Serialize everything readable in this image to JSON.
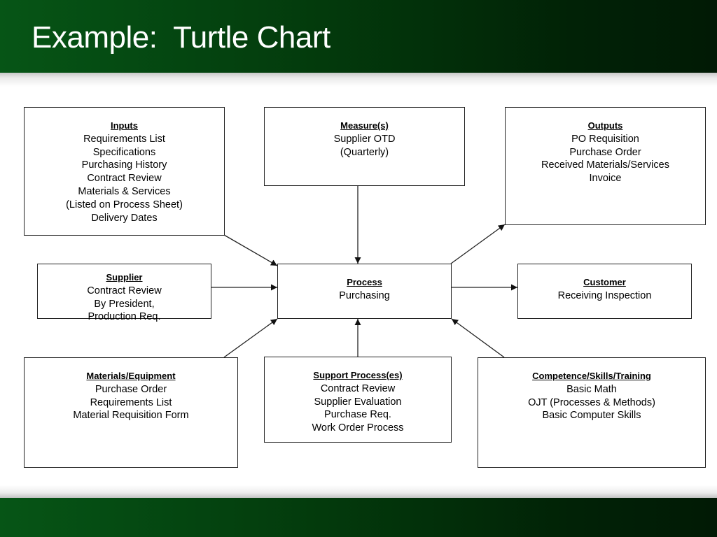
{
  "slide": {
    "title": "Example:  Turtle Chart",
    "colors": {
      "header_green": "#065516",
      "header_dark": "#011a05",
      "line": "#222222"
    }
  },
  "boxes": {
    "inputs": {
      "heading": "Inputs",
      "items": [
        "Requirements List",
        "Specifications",
        "Purchasing History",
        "Contract Review",
        "Materials & Services",
        "(Listed on Process Sheet)",
        "Delivery Dates"
      ]
    },
    "measures": {
      "heading": "Measure(s)",
      "items": [
        "Supplier OTD",
        "(Quarterly)"
      ]
    },
    "outputs": {
      "heading": "Outputs",
      "items": [
        "PO Requisition",
        "Purchase Order",
        "Received Materials/Services",
        "Invoice"
      ]
    },
    "supplier": {
      "heading": "Supplier",
      "items": [
        "Contract Review",
        "By President,",
        "Production Req."
      ]
    },
    "process": {
      "heading": "Process",
      "items": [
        "Purchasing"
      ]
    },
    "customer": {
      "heading": "Customer",
      "items": [
        "Receiving Inspection"
      ]
    },
    "materials": {
      "heading": "Materials/Equipment",
      "items": [
        "Purchase Order",
        "Requirements List",
        "Material Requisition Form"
      ]
    },
    "support": {
      "heading": "Support Process(es)",
      "items": [
        "Contract Review",
        "Supplier Evaluation",
        "Purchase Req.",
        "Work Order Process"
      ]
    },
    "competence": {
      "heading": "Competence/Skills/Training",
      "items": [
        "Basic Math",
        "OJT (Processes & Methods)",
        "Basic Computer Skills"
      ]
    }
  },
  "connections": [
    {
      "from": "inputs",
      "to": "process"
    },
    {
      "from": "measures",
      "to": "process"
    },
    {
      "from": "process",
      "to": "outputs"
    },
    {
      "from": "supplier",
      "to": "process"
    },
    {
      "from": "process",
      "to": "customer"
    },
    {
      "from": "materials",
      "to": "process"
    },
    {
      "from": "support",
      "to": "process"
    },
    {
      "from": "competence",
      "to": "process"
    }
  ]
}
